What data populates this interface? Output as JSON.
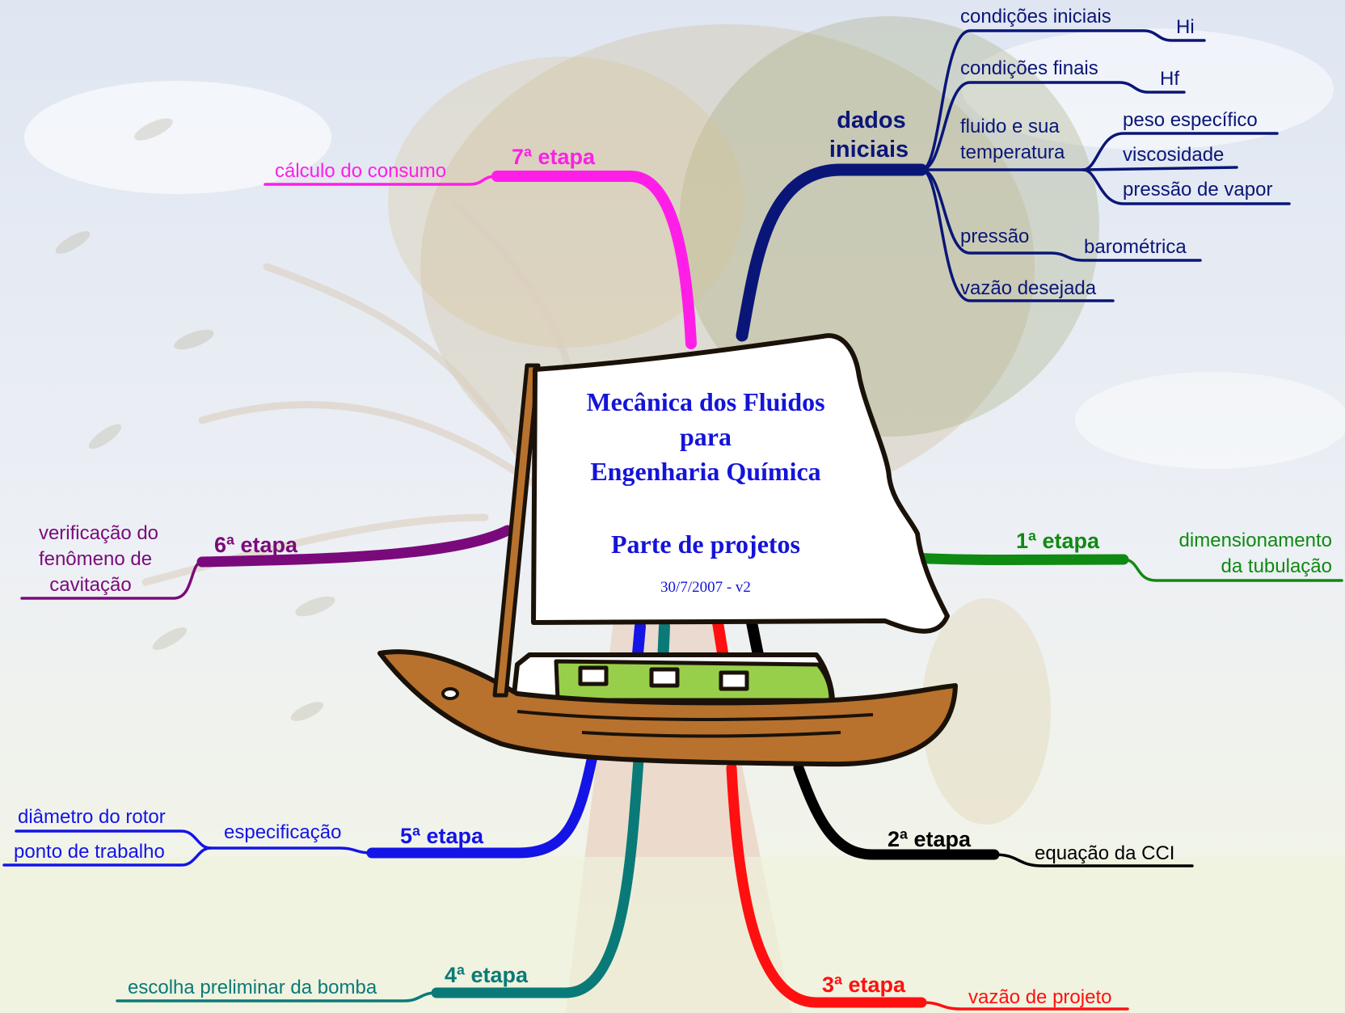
{
  "center": {
    "title_lines": [
      "Mecânica dos Fluidos",
      "para",
      "Engenharia Química"
    ],
    "subtitle": "Parte de projetos",
    "version": "30/7/2007 - v2"
  },
  "branches": {
    "dados": {
      "title_lines": [
        "dados",
        "iniciais"
      ],
      "color": "#0a1677",
      "items": {
        "condicoes_iniciais": {
          "label": "condições iniciais",
          "child": "Hi"
        },
        "condicoes_finais": {
          "label": "condições finais",
          "child": "Hf"
        },
        "fluido": {
          "label_lines": [
            "fluido e sua",
            "temperatura"
          ],
          "children": [
            "peso específico",
            "viscosidade",
            "pressão de vapor"
          ]
        },
        "pressao": {
          "label": "pressão",
          "child": "barométrica"
        },
        "vazao": {
          "label": "vazão desejada"
        }
      }
    },
    "etapa1": {
      "title": "1ª etapa",
      "color": "#0f8a12",
      "lines": [
        "dimensionamento",
        "da tubulação"
      ]
    },
    "etapa2": {
      "title": "2ª etapa",
      "color": "#000000",
      "text": "equação da CCI"
    },
    "etapa3": {
      "title": "3ª etapa",
      "color": "#ff1010",
      "text": "vazão de projeto"
    },
    "etapa4": {
      "title": "4ª etapa",
      "color": "#0a7a78",
      "text": "escolha preliminar da bomba"
    },
    "etapa5": {
      "title": "5ª etapa",
      "color": "#1414e6",
      "text": "especificação",
      "children": [
        "diâmetro do rotor",
        "ponto de trabalho"
      ]
    },
    "etapa6": {
      "title": "6ª etapa",
      "color": "#7a0a7c",
      "lines": [
        "verificação do",
        "fenômeno de",
        "cavitação"
      ]
    },
    "etapa7": {
      "title": "7ª etapa",
      "color": "#ff1ee8",
      "text": "cálculo do consumo"
    }
  }
}
